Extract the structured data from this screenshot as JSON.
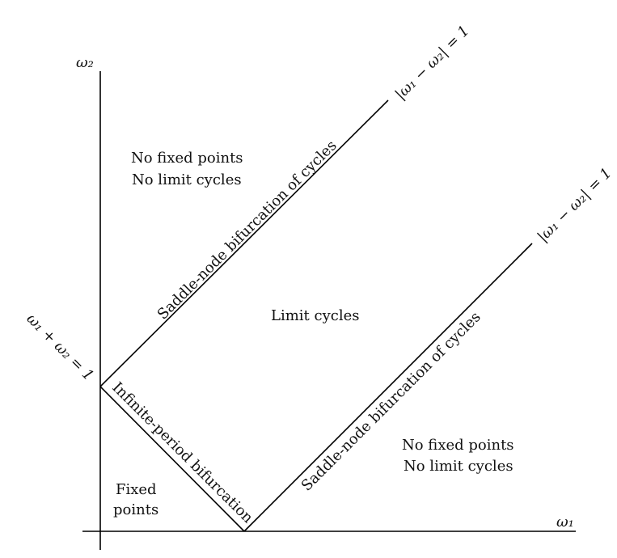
{
  "axes": {
    "x_label": "ω₁",
    "y_label": "ω₂"
  },
  "lines": {
    "upper_curve_label": "|ω₁ − ω₂| = 1",
    "lower_curve_label": "|ω₁ − ω₂| = 1",
    "intercept_label": "ω₁ + ω₂ = 1",
    "upper_bifurcation": "Saddle-node bifurcation of cycles",
    "lower_bifurcation": "Saddle-node bifurcation of cycles",
    "infinite_period": "Infinite-period bifurcation"
  },
  "regions": {
    "top_left_line1": "No fixed points",
    "top_left_line2": "No limit cycles",
    "middle": "Limit cycles",
    "bottom_right_line1": "No fixed points",
    "bottom_right_line2": "No limit cycles",
    "bottom_left_line1": "Fixed",
    "bottom_left_line2": "points"
  }
}
